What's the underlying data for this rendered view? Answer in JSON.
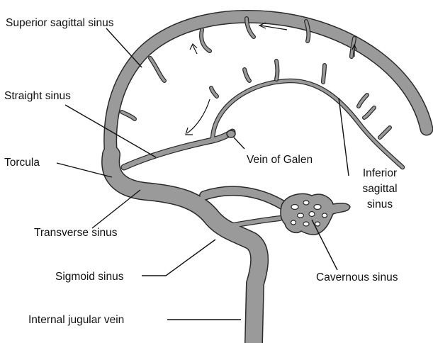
{
  "labels": {
    "superior_sagittal": "Superior sagittal sinus",
    "straight": "Straight sinus",
    "torcula": "Torcula",
    "transverse": "Transverse sinus",
    "sigmoid": "Sigmoid sinus",
    "internal_jugular": "Internal jugular vein",
    "vein_of_galen": "Vein of Galen",
    "inferior_line1": "Inferior",
    "inferior_line2": "sagittal",
    "inferior_line3": "sinus",
    "cavernous": "Cavernous sinus"
  },
  "colors": {
    "vessel_fill": "#9a9a9a",
    "vessel_outline": "#2b2b2b",
    "text": "#111111",
    "background": "#ffffff"
  }
}
